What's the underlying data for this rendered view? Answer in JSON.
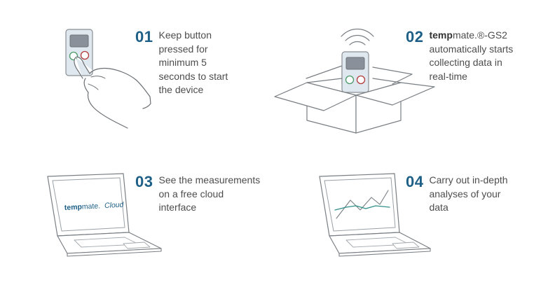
{
  "colors": {
    "accent": "#1d5f86",
    "text": "#4d4d4d",
    "outline": "#8a8f94",
    "device_body": "#dfe8ef",
    "device_screen": "#8a9099",
    "button_green": "#4c9a6a",
    "button_red": "#b23a3a",
    "chart_teal": "#2f8f8a"
  },
  "steps": [
    {
      "number": "01",
      "lines": [
        "Keep button",
        "pressed for",
        "minimum 5",
        "seconds to start",
        "the device"
      ],
      "icon": "hand-pressing-device-icon"
    },
    {
      "number": "02",
      "brand_bold": "temp",
      "brand_rest": "mate.®-GS2",
      "lines": [
        "automatically starts",
        "collecting data in",
        "real-time"
      ],
      "icon": "device-in-box-wireless-icon"
    },
    {
      "number": "03",
      "lines": [
        "See the measurements",
        "on a free cloud",
        "interface"
      ],
      "icon": "laptop-cloud-icon",
      "screen_brand_bold": "temp",
      "screen_brand_rest": "mate.",
      "screen_brand_suffix": "Cloud"
    },
    {
      "number": "04",
      "lines": [
        "Carry out in-depth",
        "analyses of your",
        "data"
      ],
      "icon": "laptop-chart-icon"
    }
  ]
}
